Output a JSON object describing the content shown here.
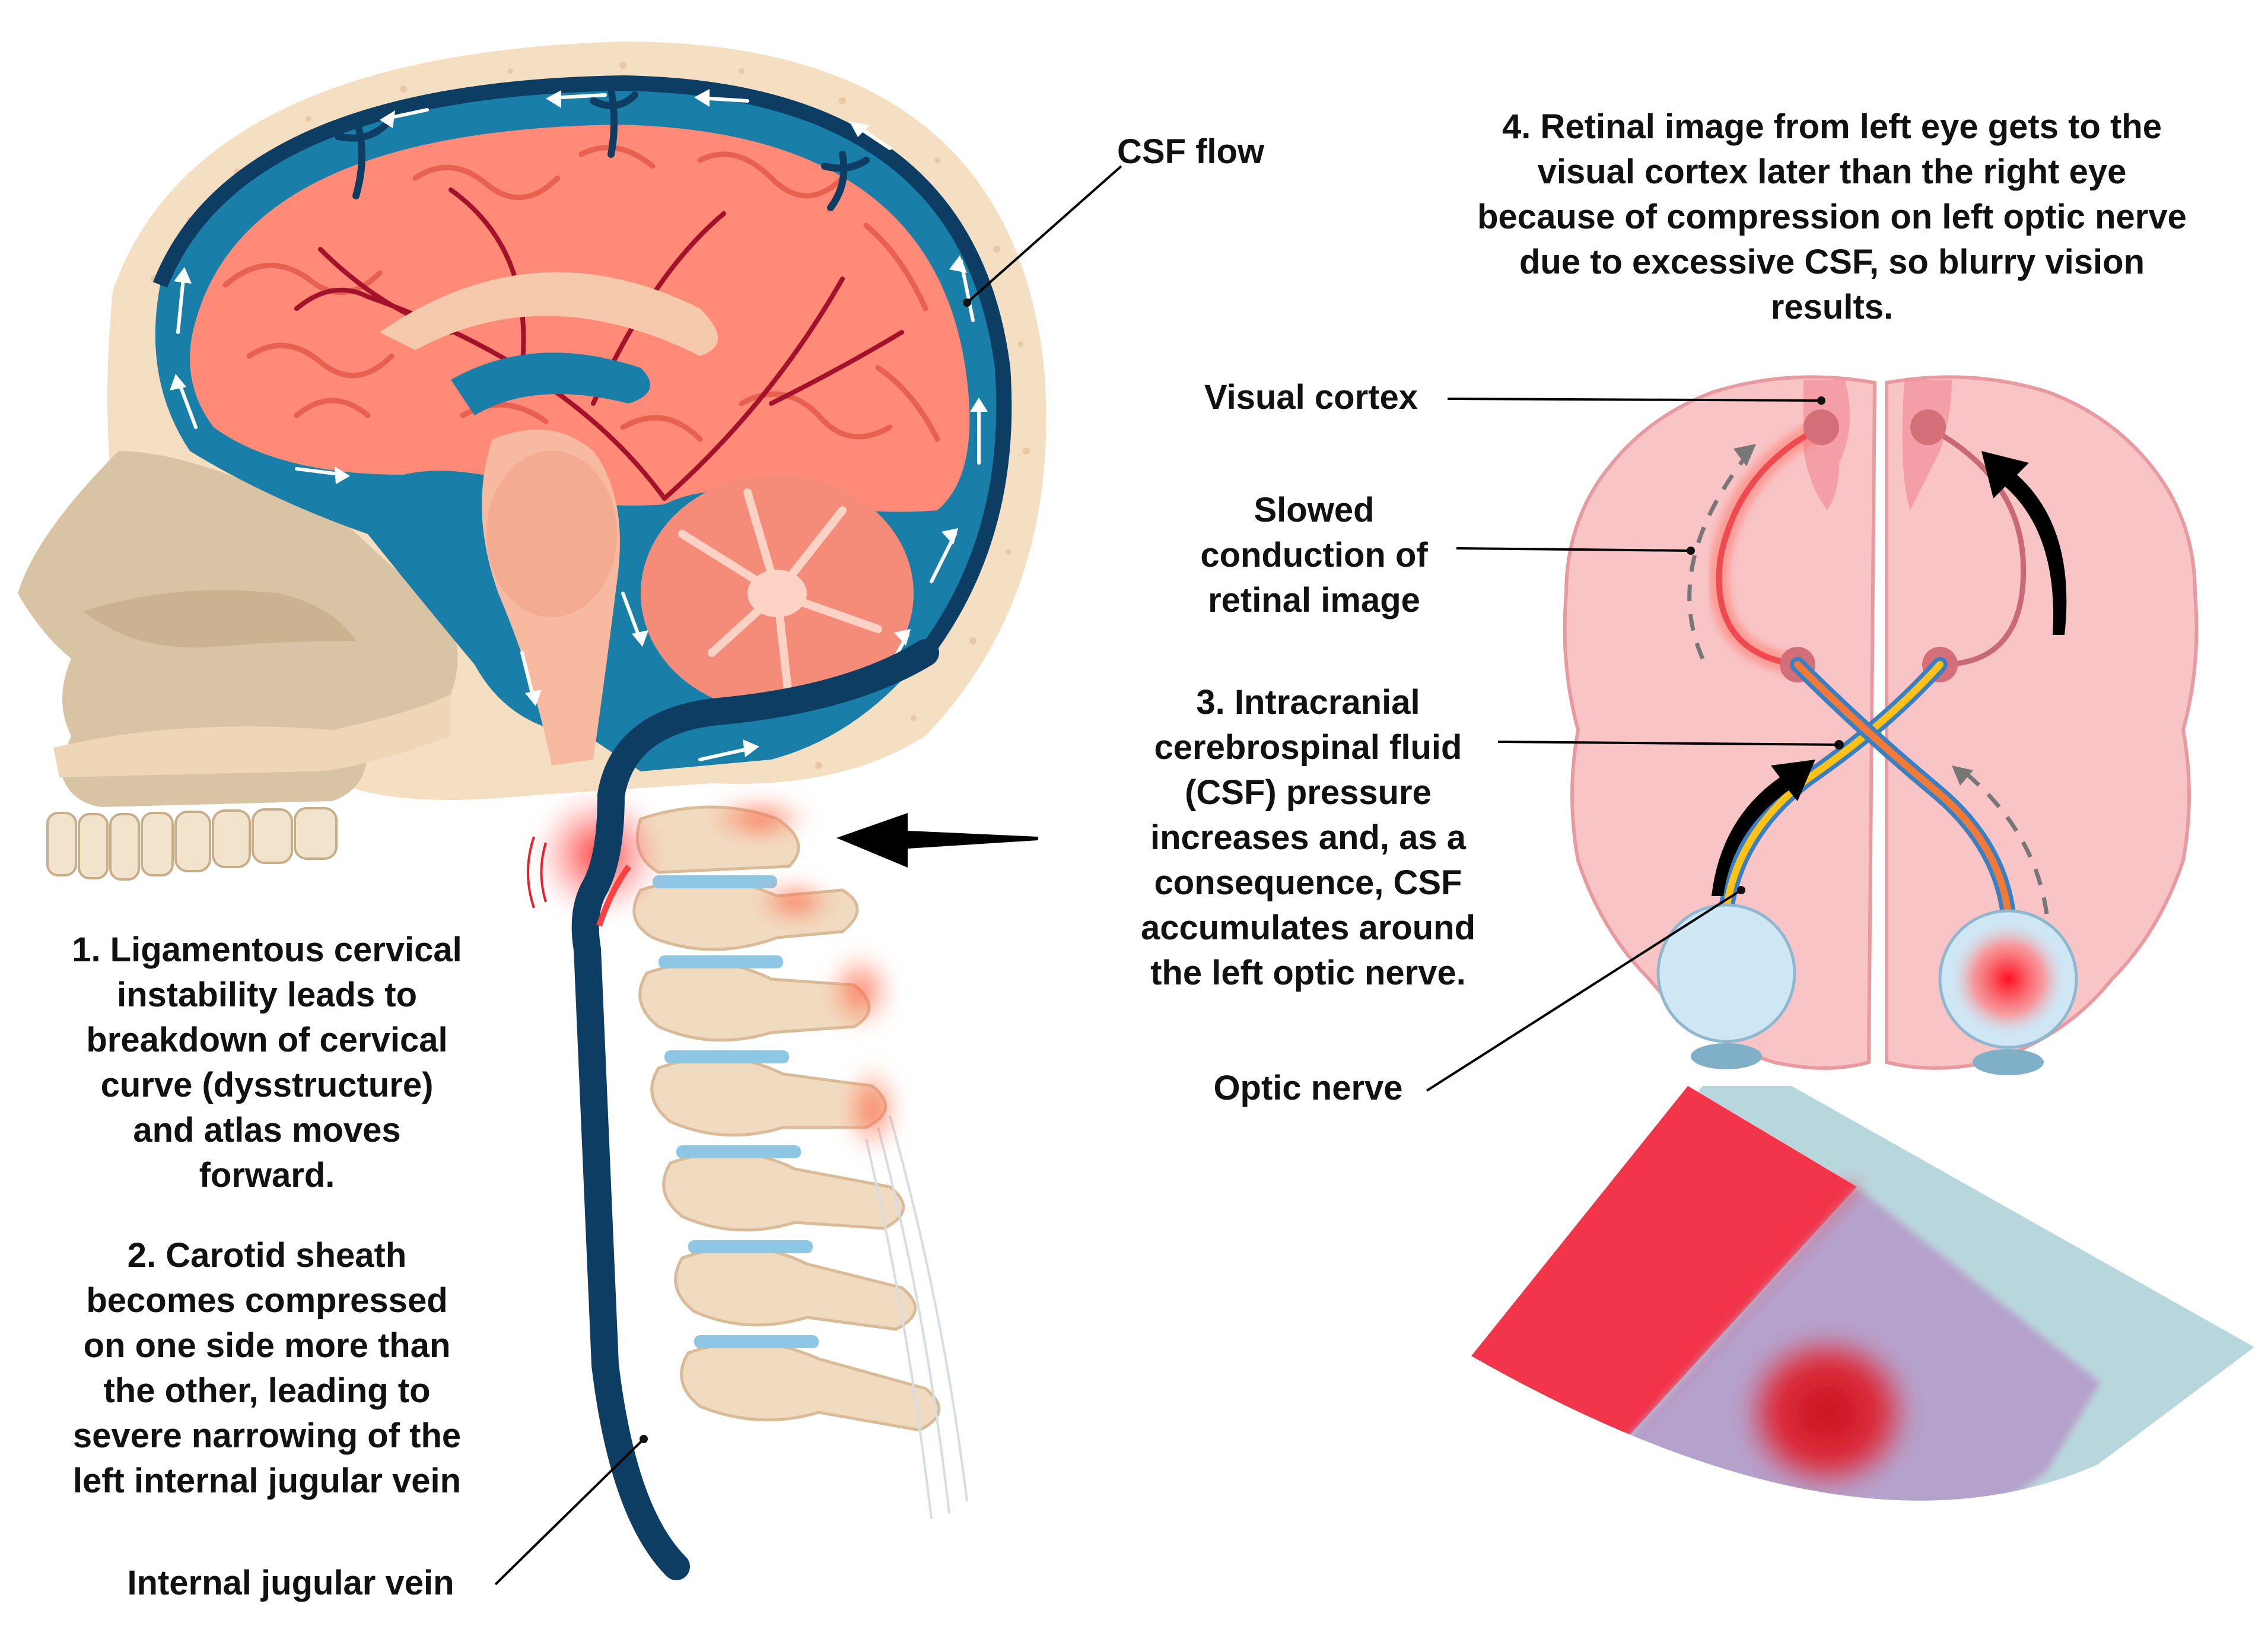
{
  "labels": {
    "csf_flow": "CSF flow",
    "step4": [
      "4. Retinal image from left eye gets to the",
      "visual cortex later than the right eye",
      "because of compression on left optic nerve",
      "due to excessive CSF, so blurry vision",
      "results."
    ],
    "visual_cortex": "Visual cortex",
    "slowed_conduction": [
      "Slowed",
      "conduction of",
      "retinal image"
    ],
    "step3": [
      "3. Intracranial",
      "cerebrospinal fluid",
      "(CSF) pressure",
      "increases and, as a",
      "consequence, CSF",
      "accumulates around",
      "the left optic nerve."
    ],
    "optic_nerve": "Optic nerve",
    "step1": [
      "1. Ligamentous cervical",
      "instability leads to",
      "breakdown of cervical",
      "curve (dysstructure)",
      "and atlas moves",
      "forward."
    ],
    "step2": [
      "2. Carotid sheath",
      "becomes compressed",
      "on one side more than",
      "the other, leading to",
      "severe narrowing of the",
      "left internal jugular vein"
    ],
    "internal_jugular_vein": "Internal jugular vein"
  },
  "colors": {
    "bone": "#f5dfc2",
    "skull_face": "#d9c3a5",
    "csf_blue": "#1a7fa8",
    "vein_navy": "#0d3d63",
    "brain_pink": "#ff8a77",
    "brain_gyri": "#f46a59",
    "brainstem": "#f7b9a0",
    "cortex_panel": "#f8c4c6",
    "eye": "#cfe6f4",
    "red_field": "#f2354a",
    "blue_field": "#b8d7dd",
    "overlap": "#b5a2cc",
    "blur_spot": "#d6101f",
    "arrow": "#000000"
  }
}
